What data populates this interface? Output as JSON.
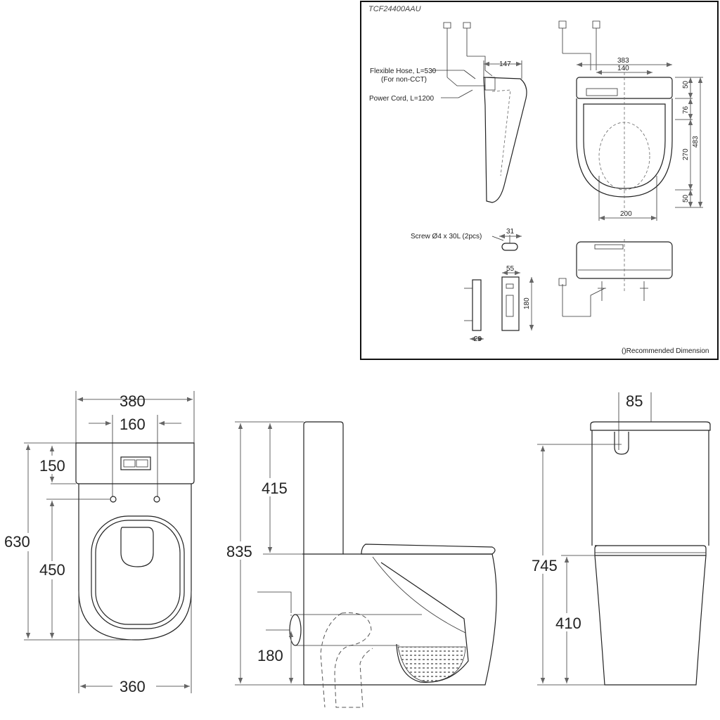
{
  "seat_panel": {
    "model": "TCF24400AAU",
    "hose_label": "Flexible Hose, L=530",
    "hose_note": "(For non-CCT)",
    "cord_label": "Power Cord, L=1200",
    "screw_label": "Screw Ø4 x 30L (2pcs)",
    "note": "()Recommended Dimension",
    "dims": {
      "d147": "147",
      "d383": "383",
      "d140": "140",
      "d50a": "50",
      "d76": "76",
      "d483": "483",
      "d270": "270",
      "d50b": "50",
      "d200": "200",
      "d31": "31",
      "d55": "55",
      "d180": "180",
      "d29": "29"
    }
  },
  "toilet": {
    "top_view": {
      "d380": "380",
      "d160": "160",
      "d150": "150",
      "d630": "630",
      "d450": "450",
      "d360": "360"
    },
    "side_view": {
      "d415": "415",
      "d835": "835",
      "d180": "180"
    },
    "rear_view": {
      "d85": "85",
      "d745": "745",
      "d410": "410"
    }
  }
}
